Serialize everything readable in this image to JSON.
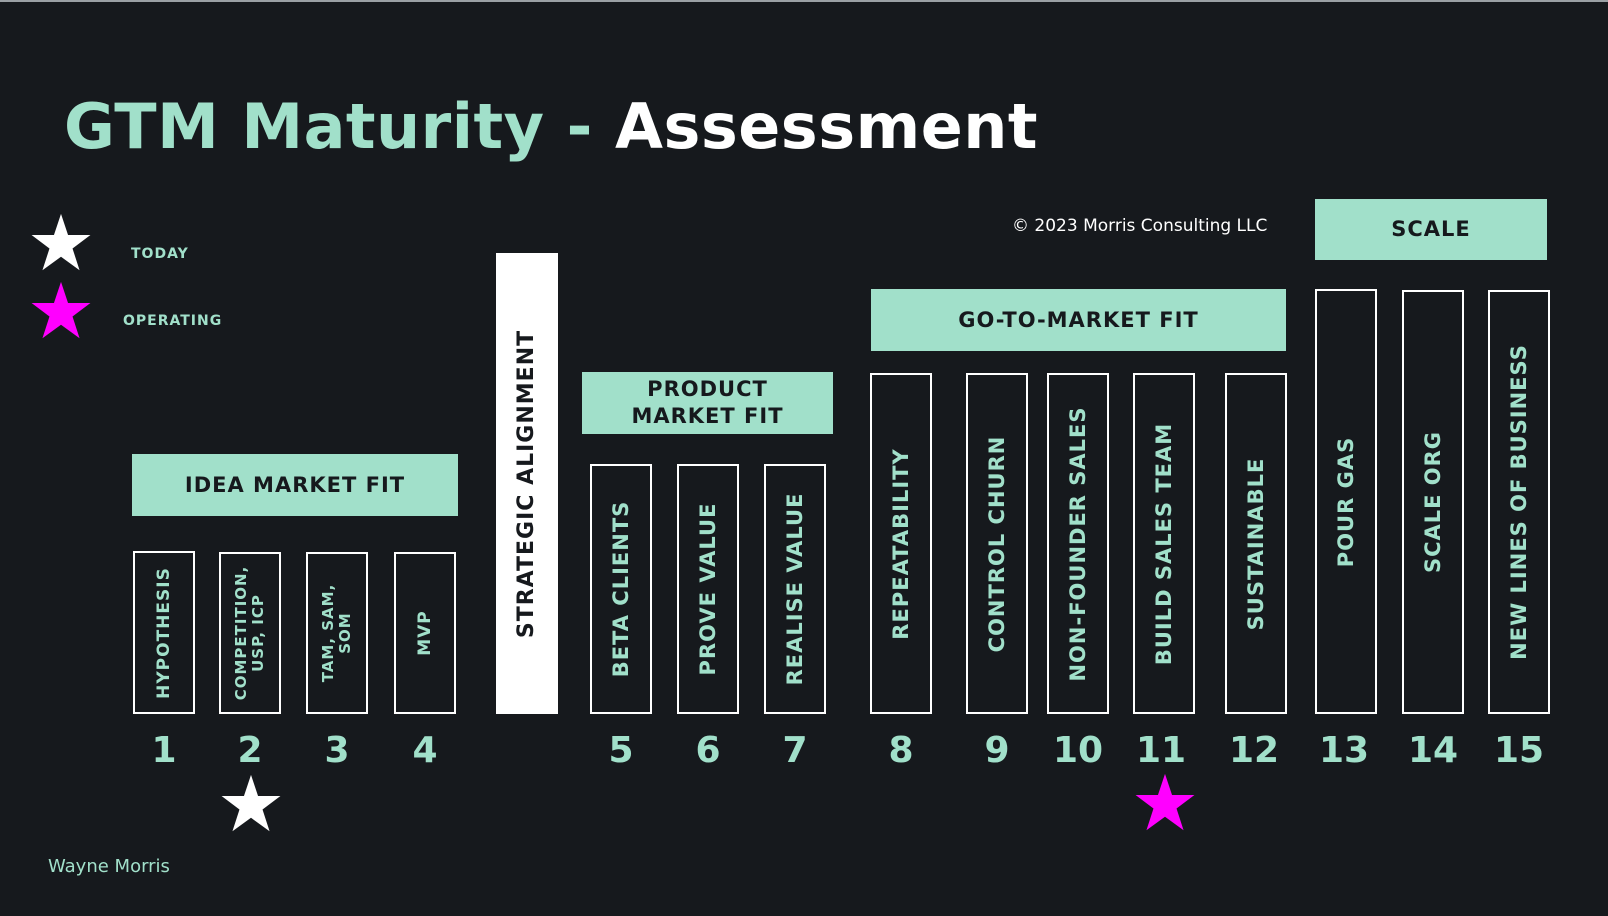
{
  "title": {
    "part1": "GTM Maturity - ",
    "part2": "Assessment"
  },
  "copyright": "© 2023 Morris Consulting LLC",
  "author": "Wayne Morris",
  "legend": [
    {
      "label": "TODAY",
      "star_color": "#ffffff"
    },
    {
      "label": "OPERATING",
      "star_color": "#ff00ff"
    }
  ],
  "phases": {
    "idea": "IDEA MARKET FIT",
    "product_line1": "PRODUCT",
    "product_line2": "MARKET FIT",
    "gtm": "GO-TO-MARKET FIT",
    "scale": "SCALE"
  },
  "strategic": "STRATEGIC ALIGNMENT",
  "stages": [
    {
      "num": "1",
      "label": "HYPOTHESIS"
    },
    {
      "num": "2",
      "label_line1": "COMPETITION,",
      "label_line2": "USP, ICP"
    },
    {
      "num": "3",
      "label_line1": "TAM, SAM,",
      "label_line2": "SOM"
    },
    {
      "num": "4",
      "label": "MVP"
    },
    {
      "num": "5",
      "label": "BETA CLIENTS"
    },
    {
      "num": "6",
      "label": "PROVE VALUE"
    },
    {
      "num": "7",
      "label": "REALISE VALUE"
    },
    {
      "num": "8",
      "label": "REPEATABILITY"
    },
    {
      "num": "9",
      "label": "CONTROL CHURN"
    },
    {
      "num": "10",
      "label": "NON-FOUNDER SALES"
    },
    {
      "num": "11",
      "label": "BUILD SALES TEAM"
    },
    {
      "num": "12",
      "label": "SUSTAINABLE"
    },
    {
      "num": "13",
      "label": "POUR GAS"
    },
    {
      "num": "14",
      "label": "SCALE ORG"
    },
    {
      "num": "15",
      "label": "NEW LINES OF BUSINESS"
    }
  ],
  "markers": {
    "today_stage": 2,
    "operating_stage": 11
  },
  "colors": {
    "background": "#16191d",
    "accent": "#a1e0ca",
    "today_star": "#ffffff",
    "operating_star": "#ff00ff"
  }
}
